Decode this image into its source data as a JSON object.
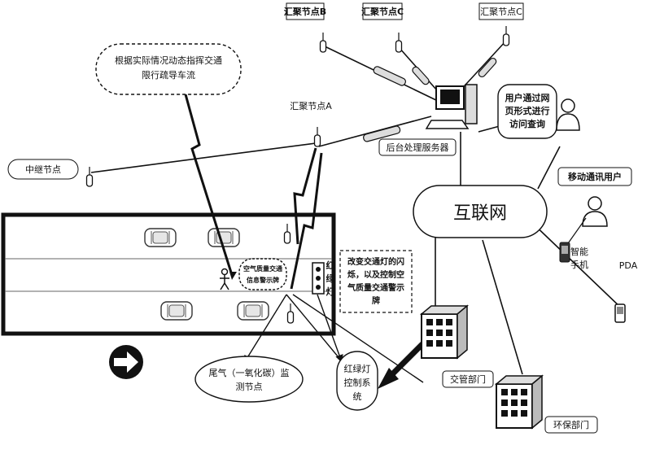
{
  "nodes": {
    "agg_b": "汇聚节点B",
    "agg_c": "汇聚节点C",
    "agg_top_right": "汇聚节点C",
    "agg_a": "汇聚节点A",
    "relay": "中继节点",
    "server": "后台处理服务器"
  },
  "callouts": {
    "guidance": [
      "根据实际情况动态指挥交通",
      "限行疏导车流"
    ],
    "web_user": [
      "用户通过网",
      "页形式进行",
      "访问查询"
    ],
    "mobile_user": "移动通讯用户",
    "aq_sign": [
      "空气质量交通",
      "信息警示牌"
    ],
    "traffic_light": [
      "红",
      "绿",
      "灯"
    ],
    "light_change": [
      "改变交通灯的闪",
      "烁，以及控制空",
      "气质量交通警示",
      "牌"
    ],
    "exhaust_node": [
      "尾气（一氧化碳）监",
      "测节点"
    ],
    "light_control": [
      "红绿灯",
      "控制系",
      "统"
    ]
  },
  "internet": "互联网",
  "devices": {
    "phone": [
      "智能",
      "手机"
    ],
    "pda": "PDA"
  },
  "departments": {
    "traffic": "交管部门",
    "environment": "环保部门"
  }
}
